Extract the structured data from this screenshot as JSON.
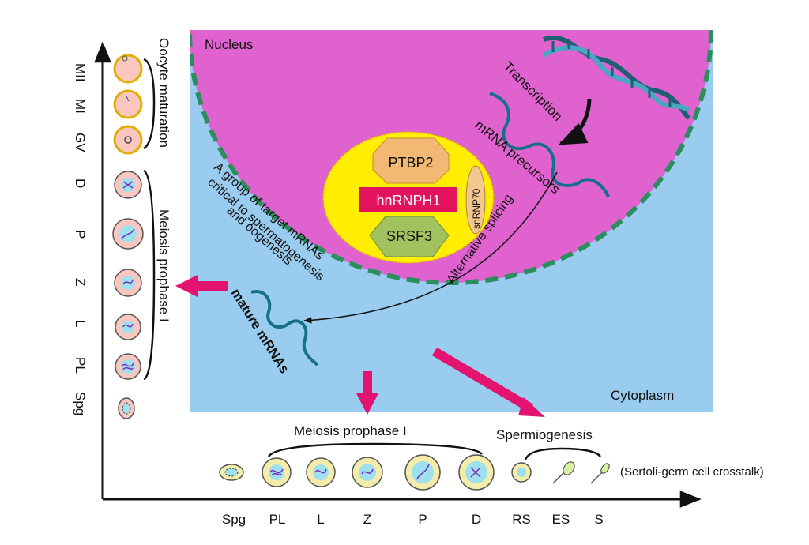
{
  "labels": {
    "nucleus": "Nucleus",
    "cytoplasm": "Cytoplasm",
    "transcription": "Transcription",
    "mrna_precursors": "mRNA precursors",
    "alternative_splicing": "Alternative splicing",
    "mature_mrnas": "mature mRNAs",
    "target_line1": "A group of target mRNAs",
    "target_line2": "critical to spermatogenesis",
    "target_line3": "and oogenesis",
    "oocyte_maturation": "Oocyte maturation",
    "meiosis_prophase_vertical": "Meiosis prophase I",
    "meiosis_prophase_horizontal": "Meiosis prophase I",
    "spermiogenesis": "Spermiogenesis",
    "crosstalk": "(Sertoli-germ cell crosstalk)"
  },
  "complex": {
    "ptbp2": "PTBP2",
    "hnrnph1": "hnRNPH1",
    "srsf3": "SRSF3",
    "snrnp70": "snRNP70"
  },
  "oocyte_stages": [
    "MII",
    "MI",
    "GV",
    "D",
    "P",
    "Z",
    "L",
    "PL",
    "Spg"
  ],
  "sperm_stages": [
    "Spg",
    "PL",
    "L",
    "Z",
    "P",
    "D",
    "RS",
    "ES",
    "S"
  ],
  "colors": {
    "nucleus": "#df62cf",
    "cytoplasm": "#99ccee",
    "envelope": "#2a8f5c",
    "complex_bg": "#ffee00",
    "ptbp2": "#f3b873",
    "hnrnph1": "#e2125d",
    "srsf3": "#a2c260",
    "arrow": "#e2146f",
    "rna": "#17708a"
  }
}
